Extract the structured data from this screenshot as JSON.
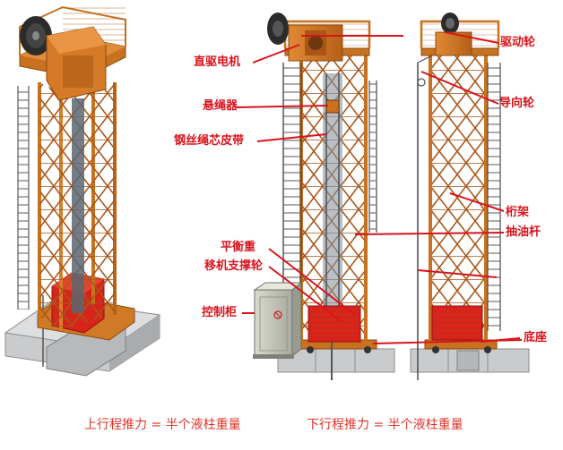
{
  "labels": {
    "direct_drive_motor": "直驱电机",
    "rope_hanger": "悬绳器",
    "wire_core_belt": "钢丝绳芯皮带",
    "counterweight": "平衡重",
    "moving_support_wheel": "移机支撑轮",
    "control_cabinet": "控制柜",
    "drive_wheel": "驱动轮",
    "guide_wheel": "导向轮",
    "truss": "桁架",
    "sucker_rod": "抽油杆",
    "base": "底座"
  },
  "captions": {
    "upstroke": "上行程推力 = 半个液柱重量",
    "downstroke": "下行程推力 = 半个液柱重量"
  },
  "colors": {
    "label_red": "#d8141c",
    "steel_orange": "#c8711e",
    "counterweight_red": "#d8231b",
    "concrete_gray": "#c9cbcd"
  }
}
